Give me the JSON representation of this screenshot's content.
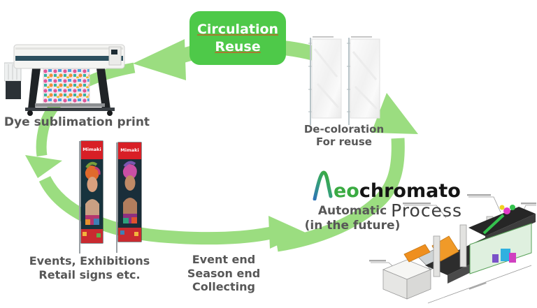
{
  "flow": {
    "center_box": {
      "line1": "Circulation",
      "line2": "Reuse"
    },
    "printer_label": "Dye sublimation print",
    "decoloration_label": {
      "line1": "De-coloration",
      "line2": "For reuse"
    },
    "events_label": {
      "line1": "Events, Exhibitions",
      "line2": "Retail signs etc."
    },
    "collecting_label": {
      "line1": "Event end",
      "line2": "Season end",
      "line3": "Collecting"
    },
    "automatic_label": {
      "line1": "Automatic",
      "line2": "(in the future)"
    },
    "logo": {
      "eo": "eo",
      "chromato": "chromato",
      "subtitle": "Process"
    },
    "banner_brand": "Mimaki",
    "colors": {
      "box_green": "#4ec949",
      "arrow_green": "#9bdd80",
      "label_gray": "#575757",
      "logo_green": "#3aab42",
      "logo_blue": "#2e74b5",
      "underline_brown": "#a9792f"
    }
  }
}
